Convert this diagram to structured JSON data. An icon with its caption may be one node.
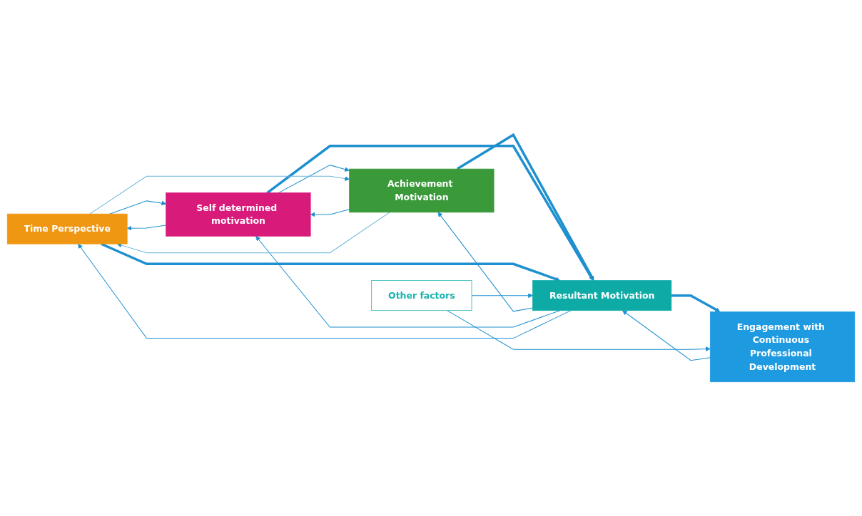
{
  "diagram": {
    "nodes": [
      {
        "text": [
          "Achievement Motivation"
        ]
      },
      {
        "text": [
          "Self determined motivation"
        ]
      },
      {
        "text": [
          "Time Perspective"
        ]
      },
      {
        "text": [
          "Resultant Motivation"
        ]
      },
      {
        "text": [
          "Engagement with Continuous Professional Development"
        ]
      },
      {
        "text": [
          "Other factors"
        ]
      }
    ],
    "edges": [
      {
        "from": 0,
        "to": 3,
        "arrow": "to",
        "style": "thick"
      },
      {
        "from": 3,
        "to": 0,
        "arrow": "to"
      },
      {
        "from": 1,
        "to": 0,
        "arrow": "to"
      },
      {
        "from": 0,
        "to": 1,
        "arrow": "to"
      },
      {
        "from": 3,
        "to": 1,
        "arrow": "to"
      },
      {
        "from": 1,
        "to": 3,
        "arrow": "to",
        "style": "thick"
      },
      {
        "from": 2,
        "to": 1,
        "arrow": "to"
      },
      {
        "from": 1,
        "to": 2,
        "arrow": "to"
      },
      {
        "from": 2,
        "to": 3,
        "arrow": "to",
        "style": "thick"
      },
      {
        "from": 3,
        "to": 2,
        "arrow": "to"
      },
      {
        "from": 4,
        "to": 3,
        "arrow": "to"
      },
      {
        "from": 3,
        "to": 4,
        "arrow": "to",
        "style": "thick"
      },
      {
        "from": 5,
        "to": 3,
        "arrow": "to"
      },
      {
        "from": 5,
        "to": 4,
        "arrow": "to"
      },
      {
        "from": 0,
        "to": 2,
        "arrow": "to",
        "color": "#6ab4dc"
      },
      {
        "from": 2,
        "to": 0,
        "arrow": "to",
        "color": "#6ab4dc"
      }
    ]
  }
}
